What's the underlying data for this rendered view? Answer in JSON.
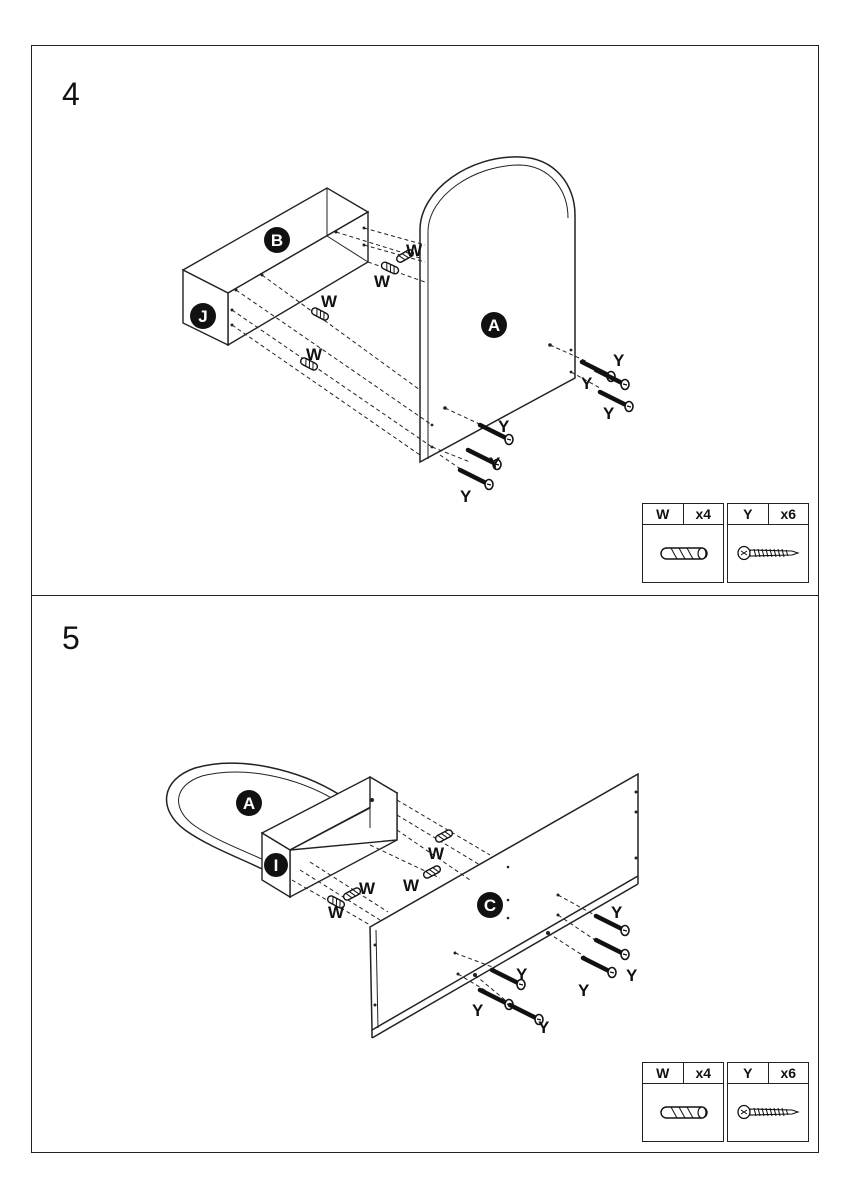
{
  "steps": [
    {
      "number": "4",
      "parts": {
        "a": "A",
        "b": "B",
        "j": "J"
      },
      "hardware_labels": {
        "w": "W",
        "y": "Y"
      },
      "legend": [
        {
          "code": "W",
          "qty": "x4",
          "icon": "dowel-icon"
        },
        {
          "code": "Y",
          "qty": "x6",
          "icon": "screw-icon"
        }
      ]
    },
    {
      "number": "5",
      "parts": {
        "a": "A",
        "i": "I",
        "c": "C"
      },
      "hardware_labels": {
        "w": "W",
        "y": "Y"
      },
      "legend": [
        {
          "code": "W",
          "qty": "x4",
          "icon": "dowel-icon"
        },
        {
          "code": "Y",
          "qty": "x6",
          "icon": "screw-icon"
        }
      ]
    }
  ]
}
